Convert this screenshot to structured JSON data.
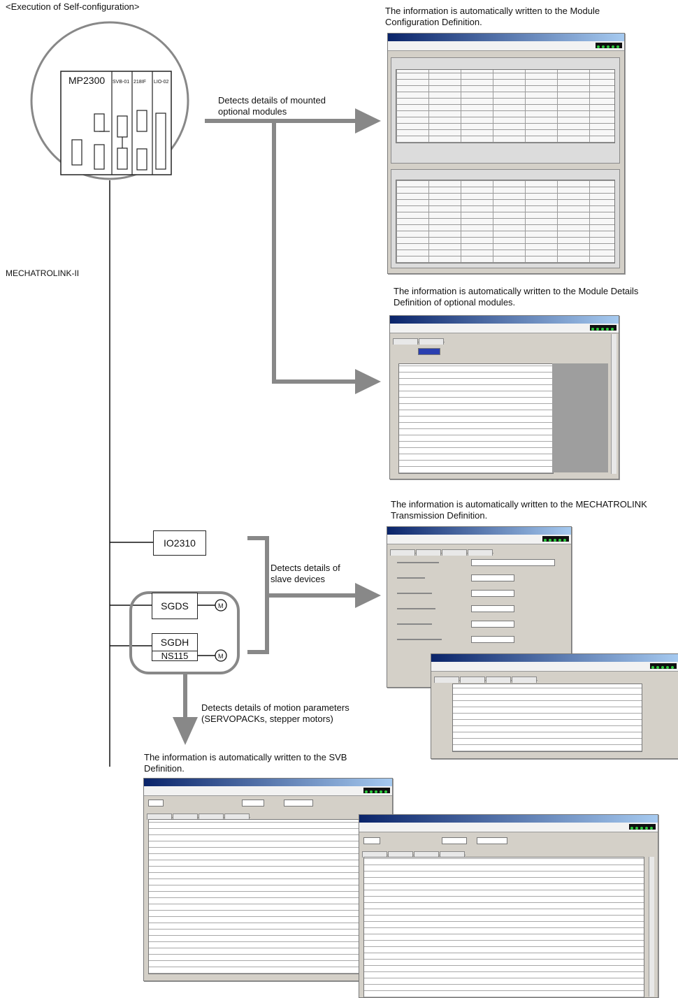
{
  "heading": "<Execution of Self-configuration>",
  "controller": {
    "name": "MP2300",
    "modules": [
      "SVB-01",
      "218IF",
      "LIO-02"
    ]
  },
  "network_label": "MECHATROLINK-II",
  "devices": {
    "io": "IO2310",
    "servo1": "SGDS",
    "servo2": "SGDH",
    "servo2_option": "NS115",
    "motor": "M"
  },
  "notes": {
    "detect_optional": "Detects details of mounted optional modules",
    "detect_slaves": "Detects details of slave devices",
    "detect_motion": "Detects details of motion parameters (SERVOPACKs, stepper motors)"
  },
  "captions": {
    "module_config": "The information is automatically written to the Module Configuration Definition.",
    "module_details": "The information is automatically written to the Module Details Definition  of optional modules.",
    "transmission": "The information is automatically written to the MECHATROLINK Transmission Definition.",
    "svb": "The information is automatically written to the SVB Definition."
  }
}
